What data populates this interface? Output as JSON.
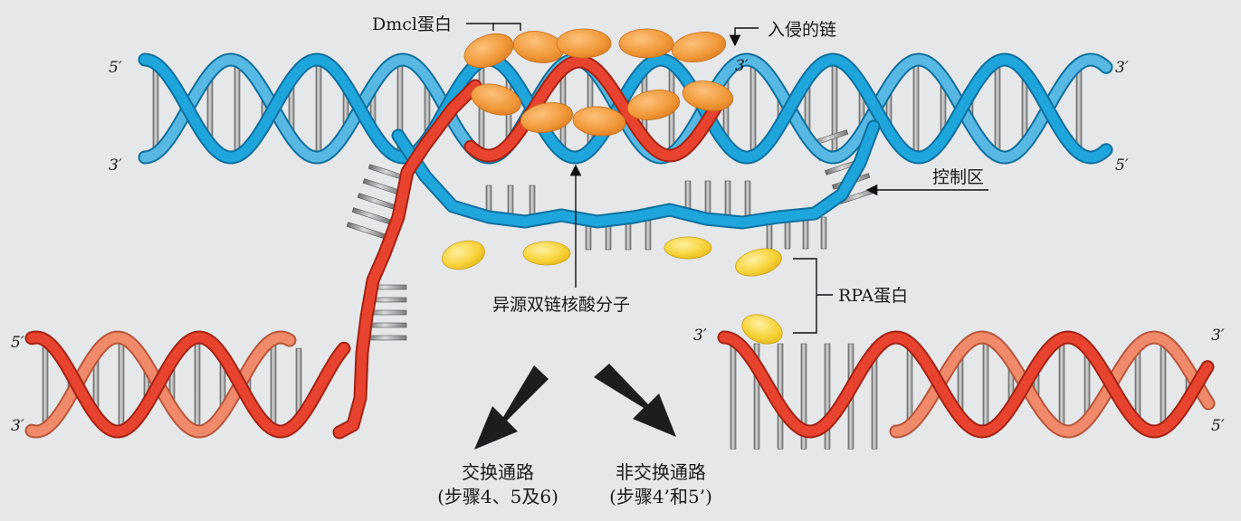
{
  "labels": {
    "dmc1_protein": "Dmcl蛋白",
    "invading_strand": "入侵的链",
    "control_region": "控制区",
    "heteroduplex": "异源双链核酸分子",
    "rpa_protein": "RPA蛋白"
  },
  "strand_ends": {
    "top_left_5": "5′",
    "top_left_3": "3′",
    "top_right_3": "3′",
    "top_right_5": "5′",
    "invading_3": "3′",
    "bottom_left_5": "5′",
    "bottom_left_3": "3′",
    "bottom_right_3a": "3′",
    "bottom_right_3b": "3′",
    "bottom_right_5": "5′"
  },
  "pathways": {
    "crossover": {
      "title": "交换通路",
      "steps": "(步骤4、5及6)"
    },
    "noncrossover": {
      "title": "非交换通路",
      "steps": "(步骤4’和5’)"
    }
  },
  "colors": {
    "background": "#e6e7e9",
    "blue_strand": "#1ea5dc",
    "blue_strand_dark": "#0d6f9e",
    "red_strand": "#e8432f",
    "red_strand_light": "#f08a6a",
    "dmc1": "#f29a3c",
    "rpa": "#f7d33a",
    "base_pair": "#9a9a9a"
  }
}
